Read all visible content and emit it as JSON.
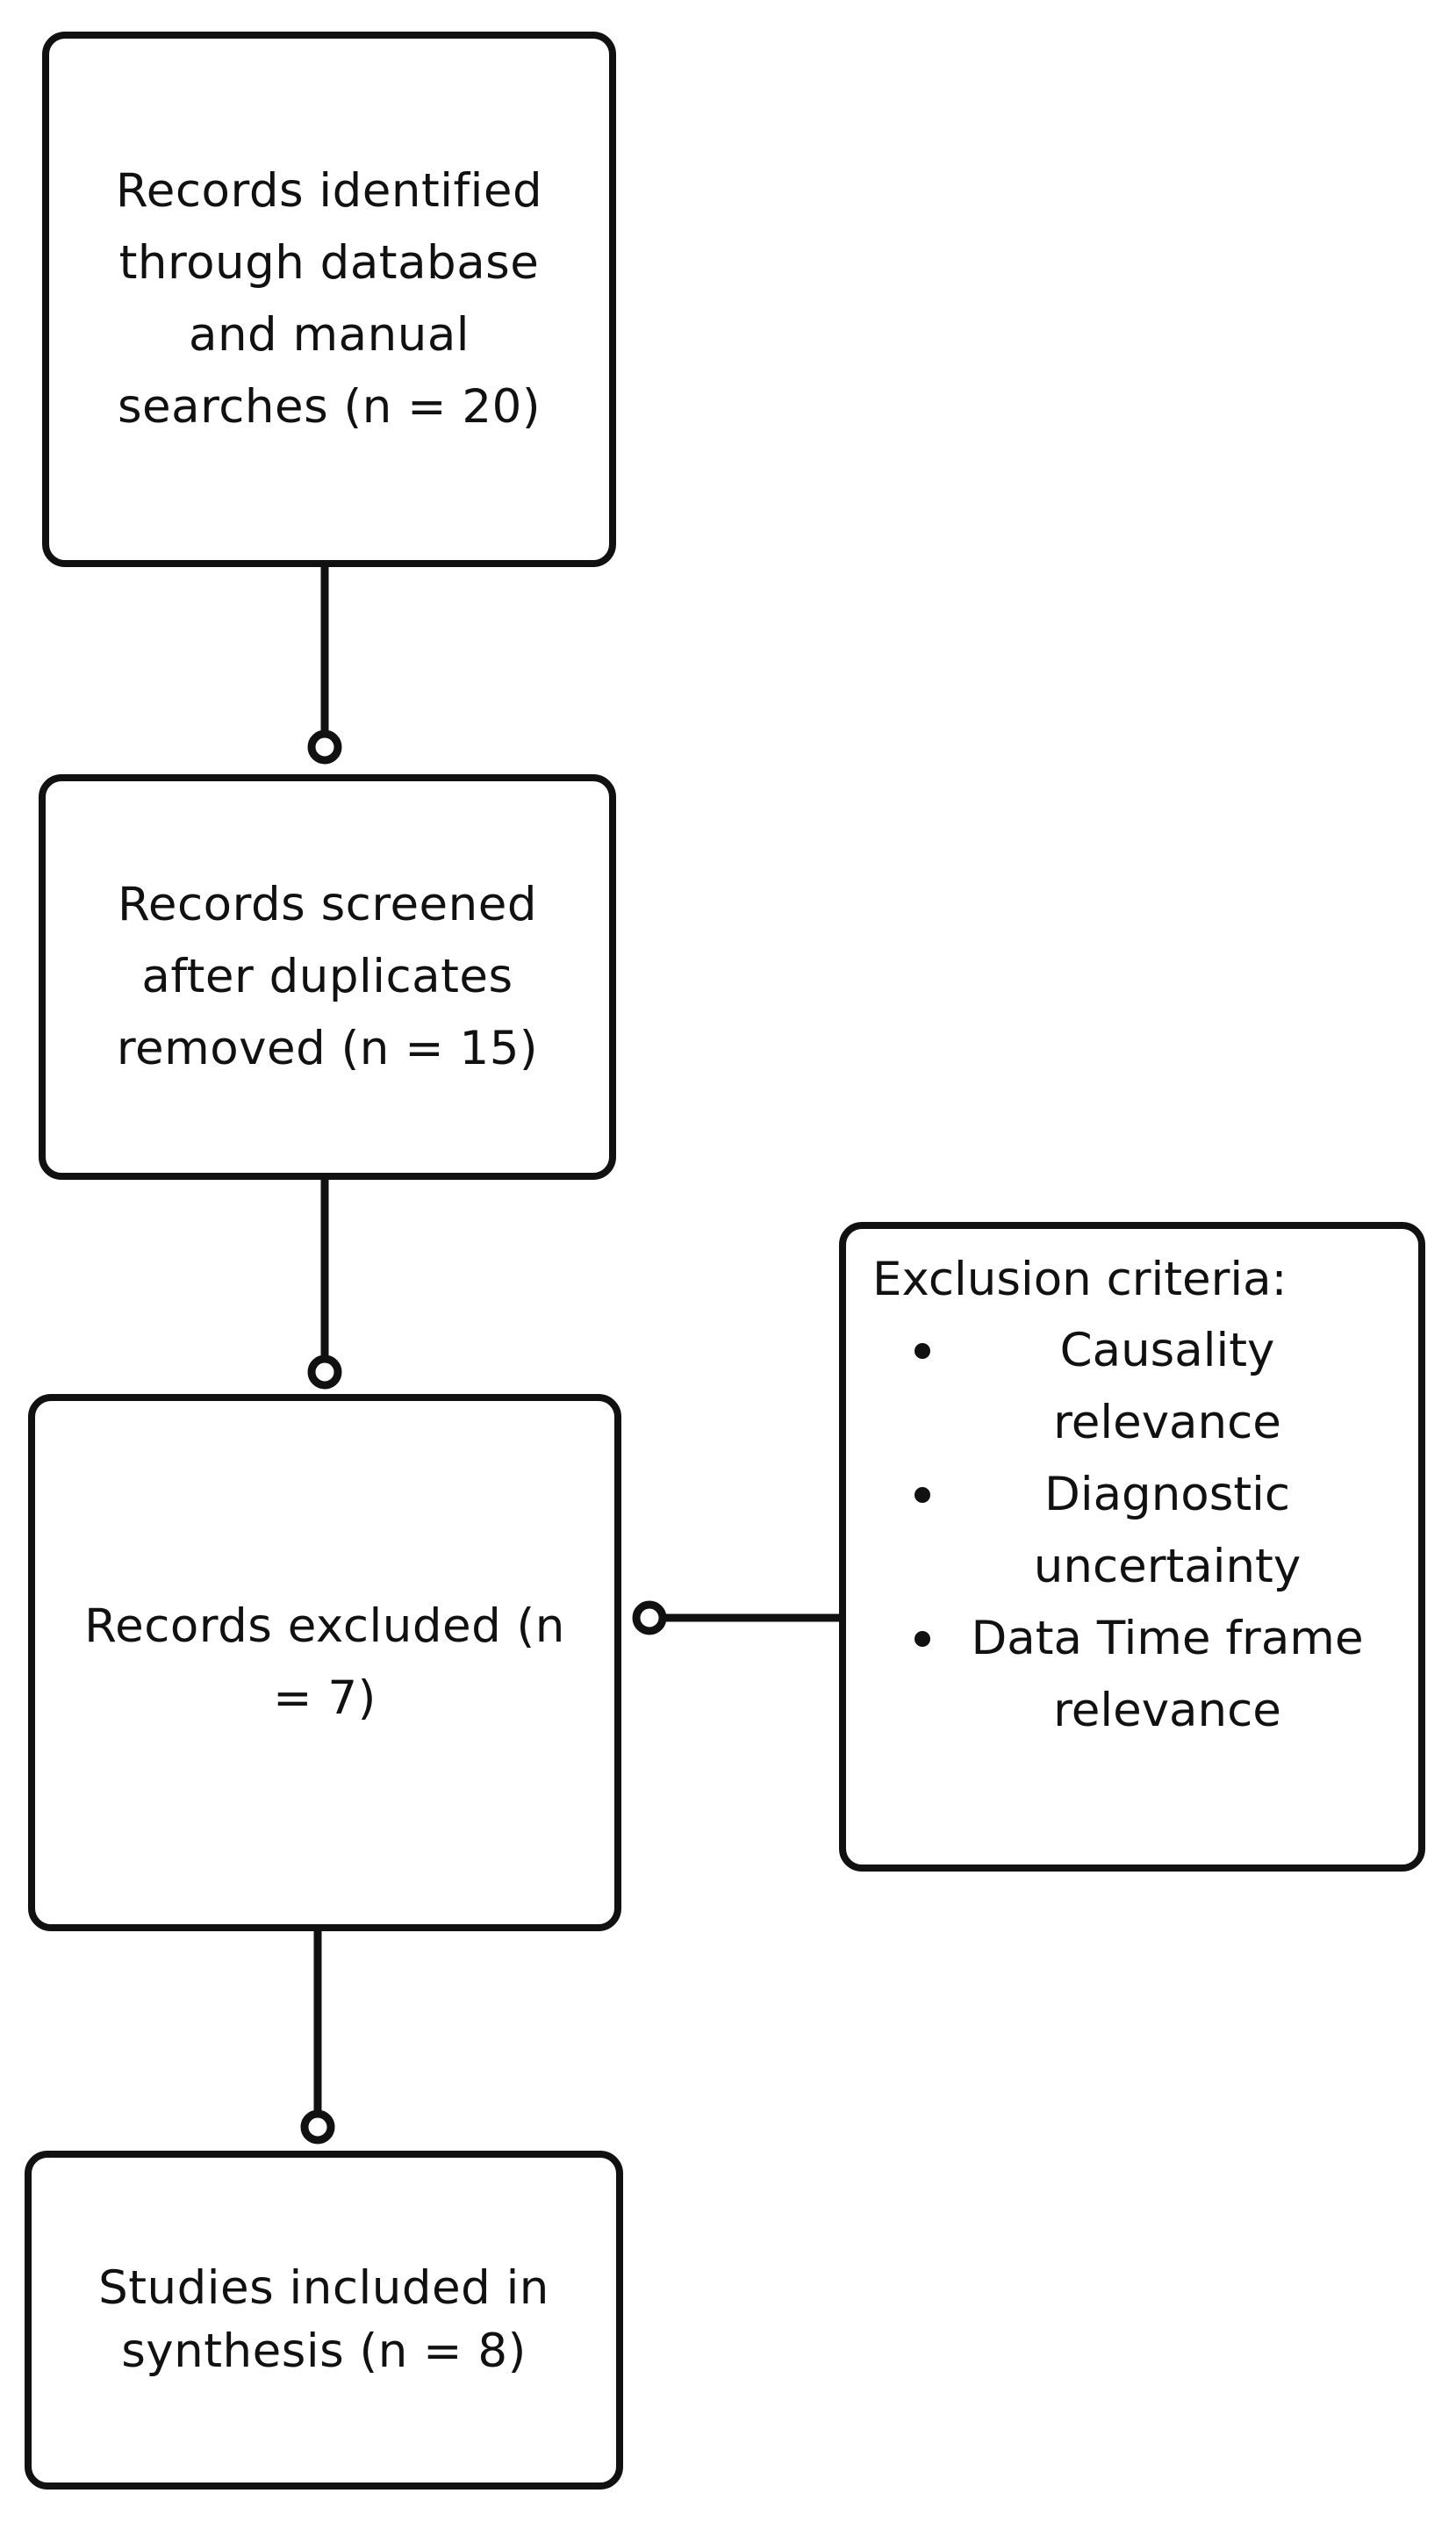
{
  "diagram": {
    "type": "flowchart",
    "stages": [
      {
        "id": "identified",
        "label": "Records identified through database and manual searches (n = 20)"
      },
      {
        "id": "screened",
        "label": "Records screened after duplicates removed (n = 15)"
      },
      {
        "id": "excluded",
        "label": "Records excluded (n = 7)"
      },
      {
        "id": "included",
        "label": "Studies included in synthesis (n = 8)"
      }
    ],
    "exclusion_criteria": {
      "heading": "Exclusion criteria:",
      "items": [
        "Causality relevance",
        "Diagnostic uncertainty",
        "Data Time frame relevance"
      ]
    },
    "edges": [
      {
        "from": "identified",
        "to": "screened"
      },
      {
        "from": "screened",
        "to": "excluded"
      },
      {
        "from": "excluded",
        "to": "included"
      },
      {
        "from": "exclusion_criteria",
        "to": "excluded"
      }
    ],
    "colors": {
      "stroke": "#111111",
      "background": "#ffffff"
    }
  }
}
